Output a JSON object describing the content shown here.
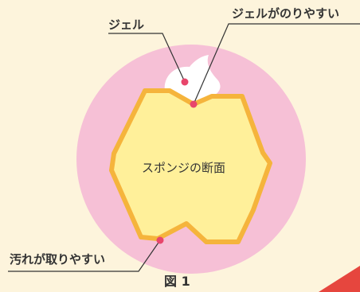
{
  "labels": {
    "gel": "ジェル",
    "gel_sticks": "ジェルがのりやすい",
    "sponge_cross_section": "スポンジの断面",
    "dirt_removal": "汚れが取りやすい"
  },
  "caption": "図 1",
  "colors": {
    "background": "#fdf4dc",
    "circle": "#f6c0d6",
    "sponge_fill": "#fff09a",
    "sponge_stroke": "#f5b43c",
    "gel": "#ffffff",
    "marker": "#e8456b",
    "leader_line": "#333333",
    "corner_accent": "#e6463e"
  }
}
